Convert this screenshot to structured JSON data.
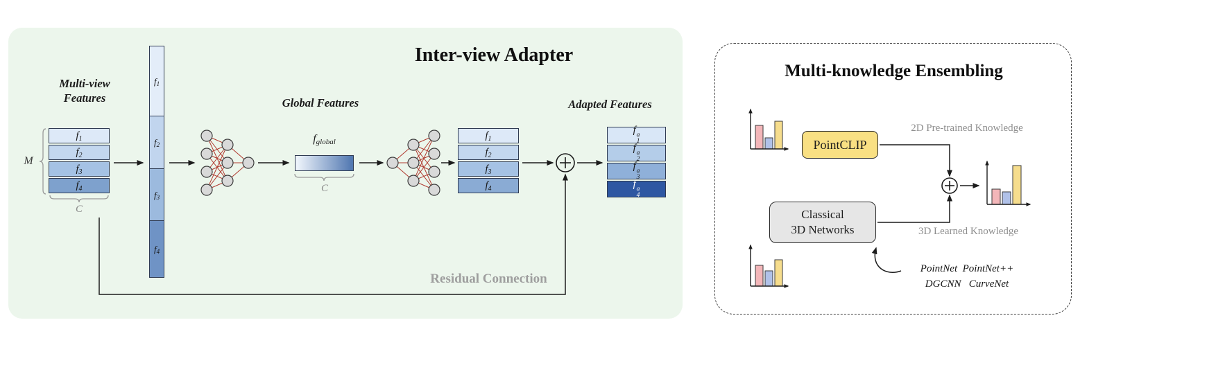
{
  "figure": {
    "left_panel": {
      "title": "Inter-view Adapter",
      "multiview_label": [
        "Multi-view",
        "Features"
      ],
      "m_label": "M",
      "c_label": "C",
      "global_features_label": "Global Features",
      "f_global": {
        "base": "f",
        "sub": "global"
      },
      "global_c_label": "C",
      "adapted_features_label": "Adapted Features",
      "residual_label": "Residual Connection",
      "input_stack": [
        {
          "base": "f",
          "sub": "1"
        },
        {
          "base": "f",
          "sub": "2"
        },
        {
          "base": "f",
          "sub": "3"
        },
        {
          "base": "f",
          "sub": "4"
        }
      ],
      "view_column": [
        {
          "base": "f",
          "sub": "1"
        },
        {
          "base": "f",
          "sub": "2"
        },
        {
          "base": "f",
          "sub": "3"
        },
        {
          "base": "f",
          "sub": "4"
        }
      ],
      "decoded_stack": [
        {
          "base": "f",
          "sub": "1"
        },
        {
          "base": "f",
          "sub": "2"
        },
        {
          "base": "f",
          "sub": "3"
        },
        {
          "base": "f",
          "sub": "4"
        }
      ],
      "adapted_stack": [
        {
          "base": "f",
          "sub": "1",
          "sup": "a"
        },
        {
          "base": "f",
          "sub": "2",
          "sup": "a"
        },
        {
          "base": "f",
          "sub": "3",
          "sup": "a"
        },
        {
          "base": "f",
          "sub": "4",
          "sup": "a"
        }
      ]
    },
    "right_panel": {
      "title": "Multi-knowledge Ensembling",
      "pointclip_label": "PointCLIP",
      "classical_label": [
        "Classical",
        "3D Networks"
      ],
      "knowledge_2d_label": "2D Pre-trained Knowledge",
      "knowledge_3d_label": "3D Learned Knowledge",
      "networks_label": [
        "PointNet  PointNet++",
        "DGCNN   CurveNet"
      ]
    },
    "colors": {
      "panel_bg": "#ecf6ec",
      "input_stack": [
        "#dde9f8",
        "#c3d7ef",
        "#a5c2e4",
        "#7ea1cd"
      ],
      "view_column": [
        "#e3edf9",
        "#c1d5ee",
        "#9cbade",
        "#6f93c5"
      ],
      "decoded_stack": [
        "#dde9f8",
        "#c3d7ef",
        "#a5c2e4",
        "#8aabd4"
      ],
      "adapted_stack": [
        "#d9e7f7",
        "#b4cde9",
        "#8fb0d9",
        "#2e57a2"
      ],
      "global_gradient_from": "#f2f7fd",
      "global_gradient_to": "#4f76b0",
      "pointclip_bg": "#f9e083",
      "classical_bg": "#e6e6e6",
      "bar_pink": "#f3b6b9",
      "bar_blue": "#b0c1e8",
      "bar_yellow": "#f6dd8d",
      "network_edge": "#b0392f"
    }
  }
}
